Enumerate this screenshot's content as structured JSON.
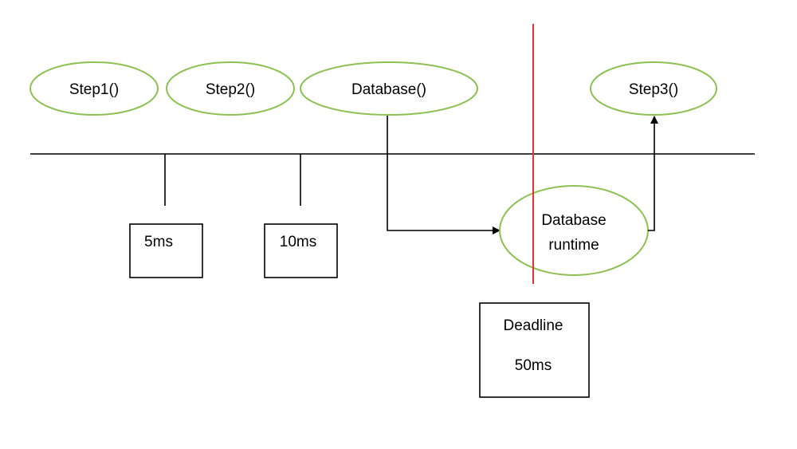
{
  "nodes": {
    "step1": {
      "label": "Step1()"
    },
    "step2": {
      "label": "Step2()"
    },
    "database": {
      "label": "Database()"
    },
    "step3": {
      "label": "Step3()"
    },
    "db_runtime": {
      "line1": "Database",
      "line2": "runtime"
    }
  },
  "boxes": {
    "t5": {
      "label": "5ms"
    },
    "t10": {
      "label": "10ms"
    },
    "deadline": {
      "line1": "Deadline",
      "line2": "50ms"
    }
  },
  "colors": {
    "ellipse_stroke": "#8cc152",
    "deadline_line": "#e8322f",
    "line": "#000000"
  }
}
